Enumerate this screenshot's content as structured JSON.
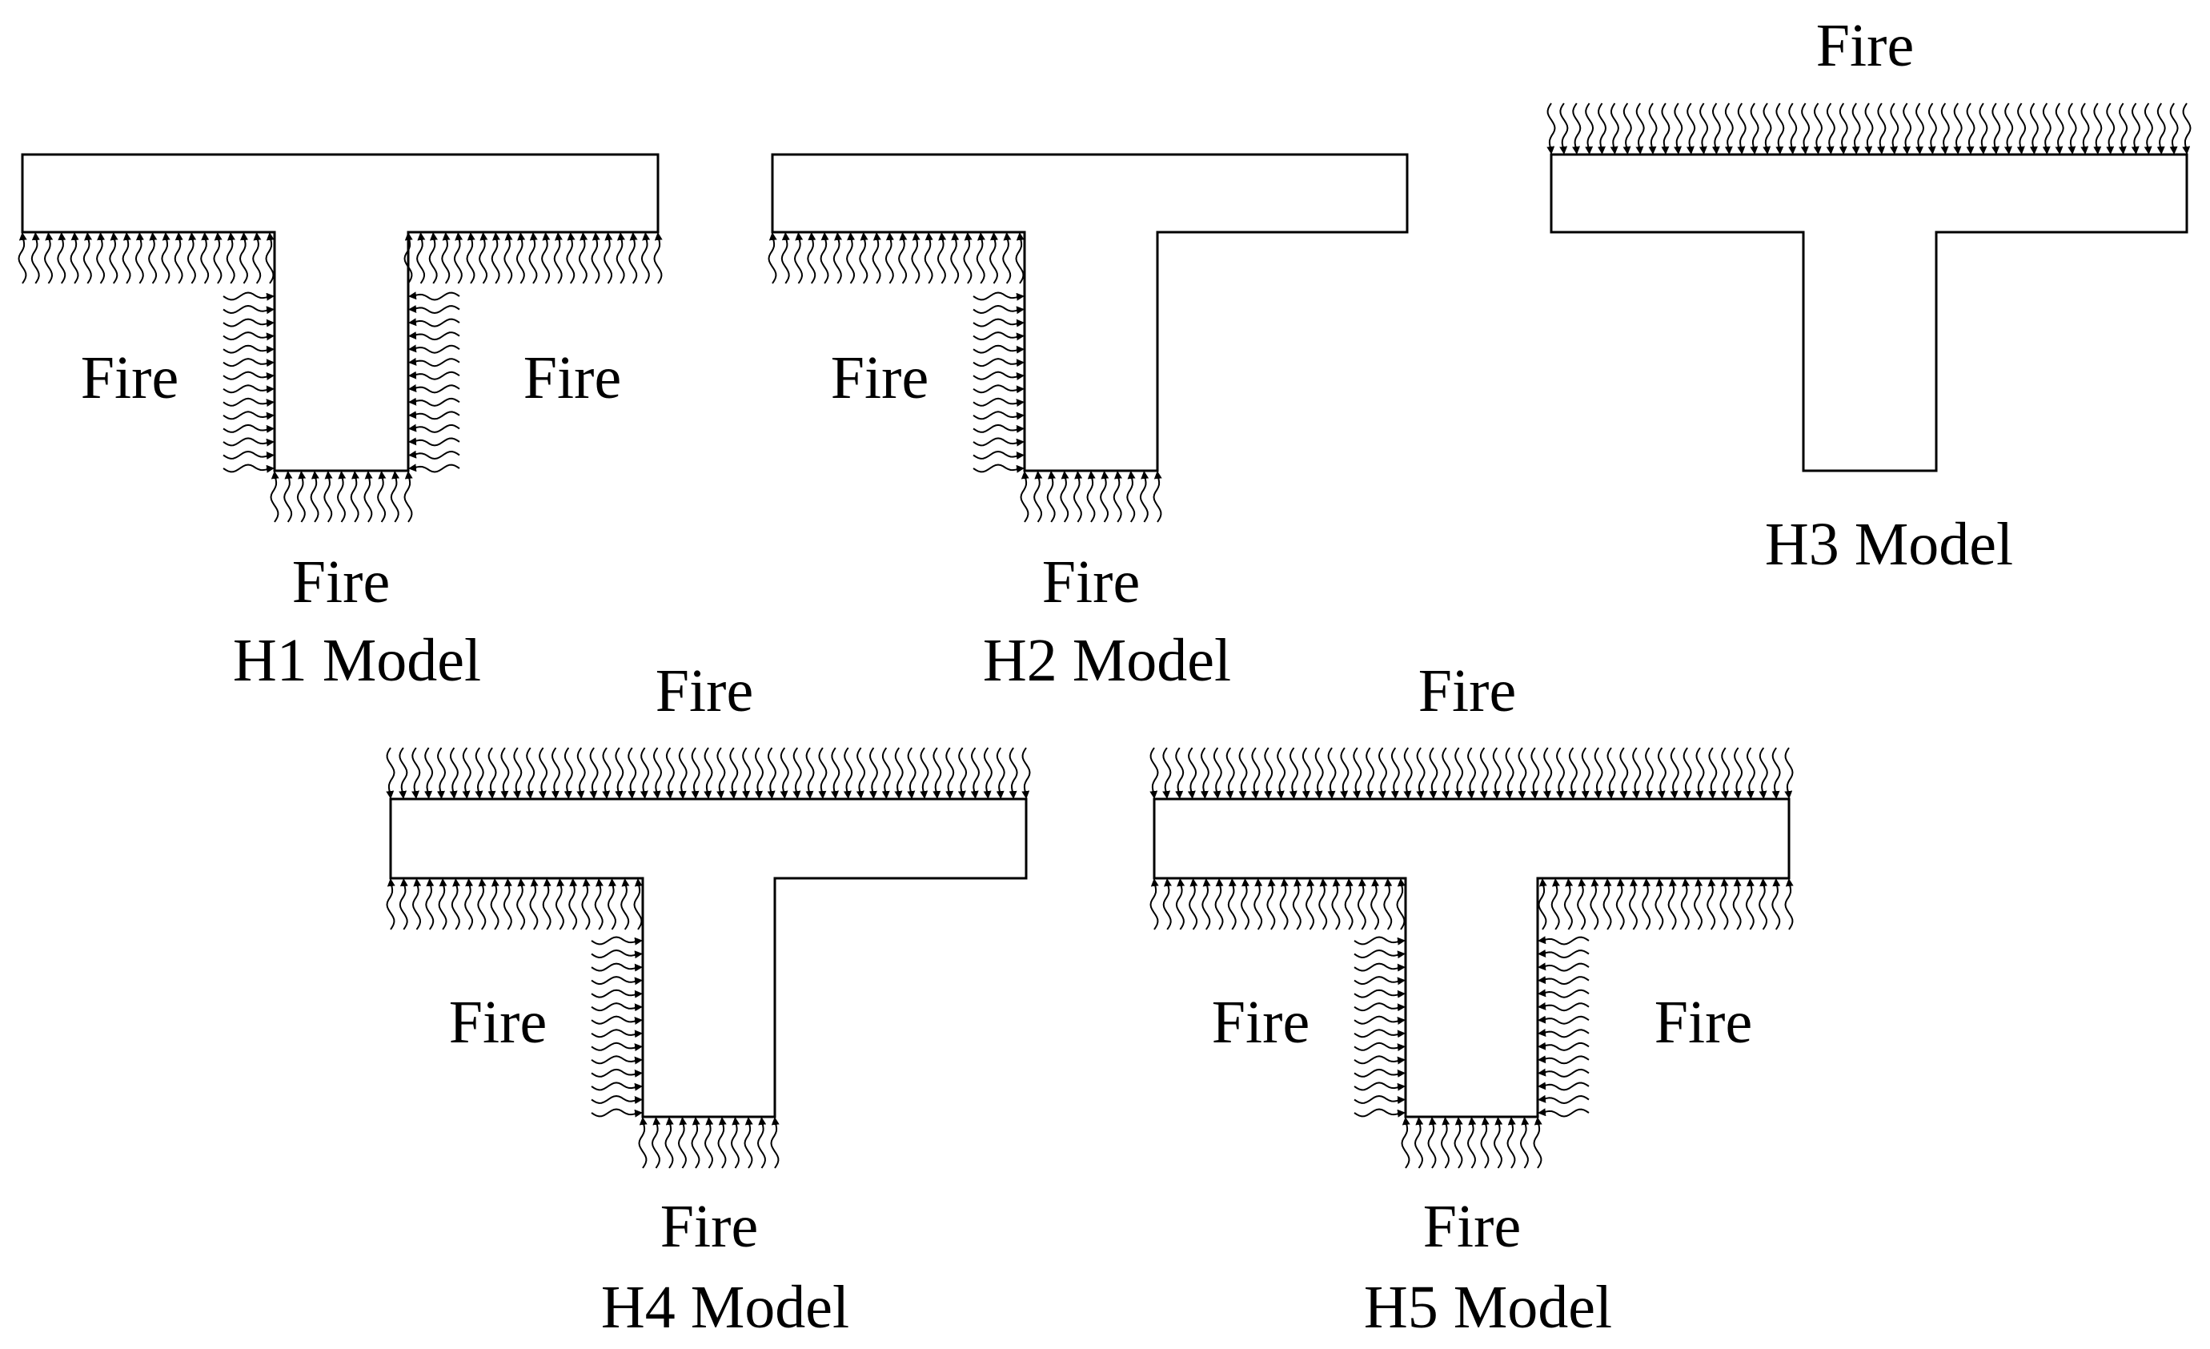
{
  "colors": {
    "line": "#000000",
    "background": "#ffffff"
  },
  "models": [
    {
      "id": "h1",
      "caption": "H1 Model",
      "exposed": [
        "flange-bottom-left",
        "flange-bottom-right",
        "web-left",
        "web-right",
        "web-bottom"
      ],
      "fire_labels": {
        "left": "Fire",
        "right": "Fire",
        "bottom": "Fire"
      }
    },
    {
      "id": "h2",
      "caption": "H2 Model",
      "exposed": [
        "flange-bottom-left",
        "web-left",
        "web-bottom"
      ],
      "fire_labels": {
        "left": "Fire",
        "bottom": "Fire"
      }
    },
    {
      "id": "h3",
      "caption": "H3 Model",
      "exposed": [
        "flange-top"
      ],
      "fire_labels": {
        "top": "Fire"
      }
    },
    {
      "id": "h4",
      "caption": "H4 Model",
      "exposed": [
        "flange-top",
        "flange-bottom-left",
        "web-left",
        "web-bottom"
      ],
      "fire_labels": {
        "top": "Fire",
        "left": "Fire",
        "bottom": "Fire"
      }
    },
    {
      "id": "h5",
      "caption": "H5 Model",
      "exposed": [
        "flange-top",
        "flange-bottom-left",
        "flange-bottom-right",
        "web-left",
        "web-right",
        "web-bottom"
      ],
      "fire_labels": {
        "top": "Fire",
        "left": "Fire",
        "right": "Fire",
        "bottom": "Fire"
      }
    }
  ]
}
